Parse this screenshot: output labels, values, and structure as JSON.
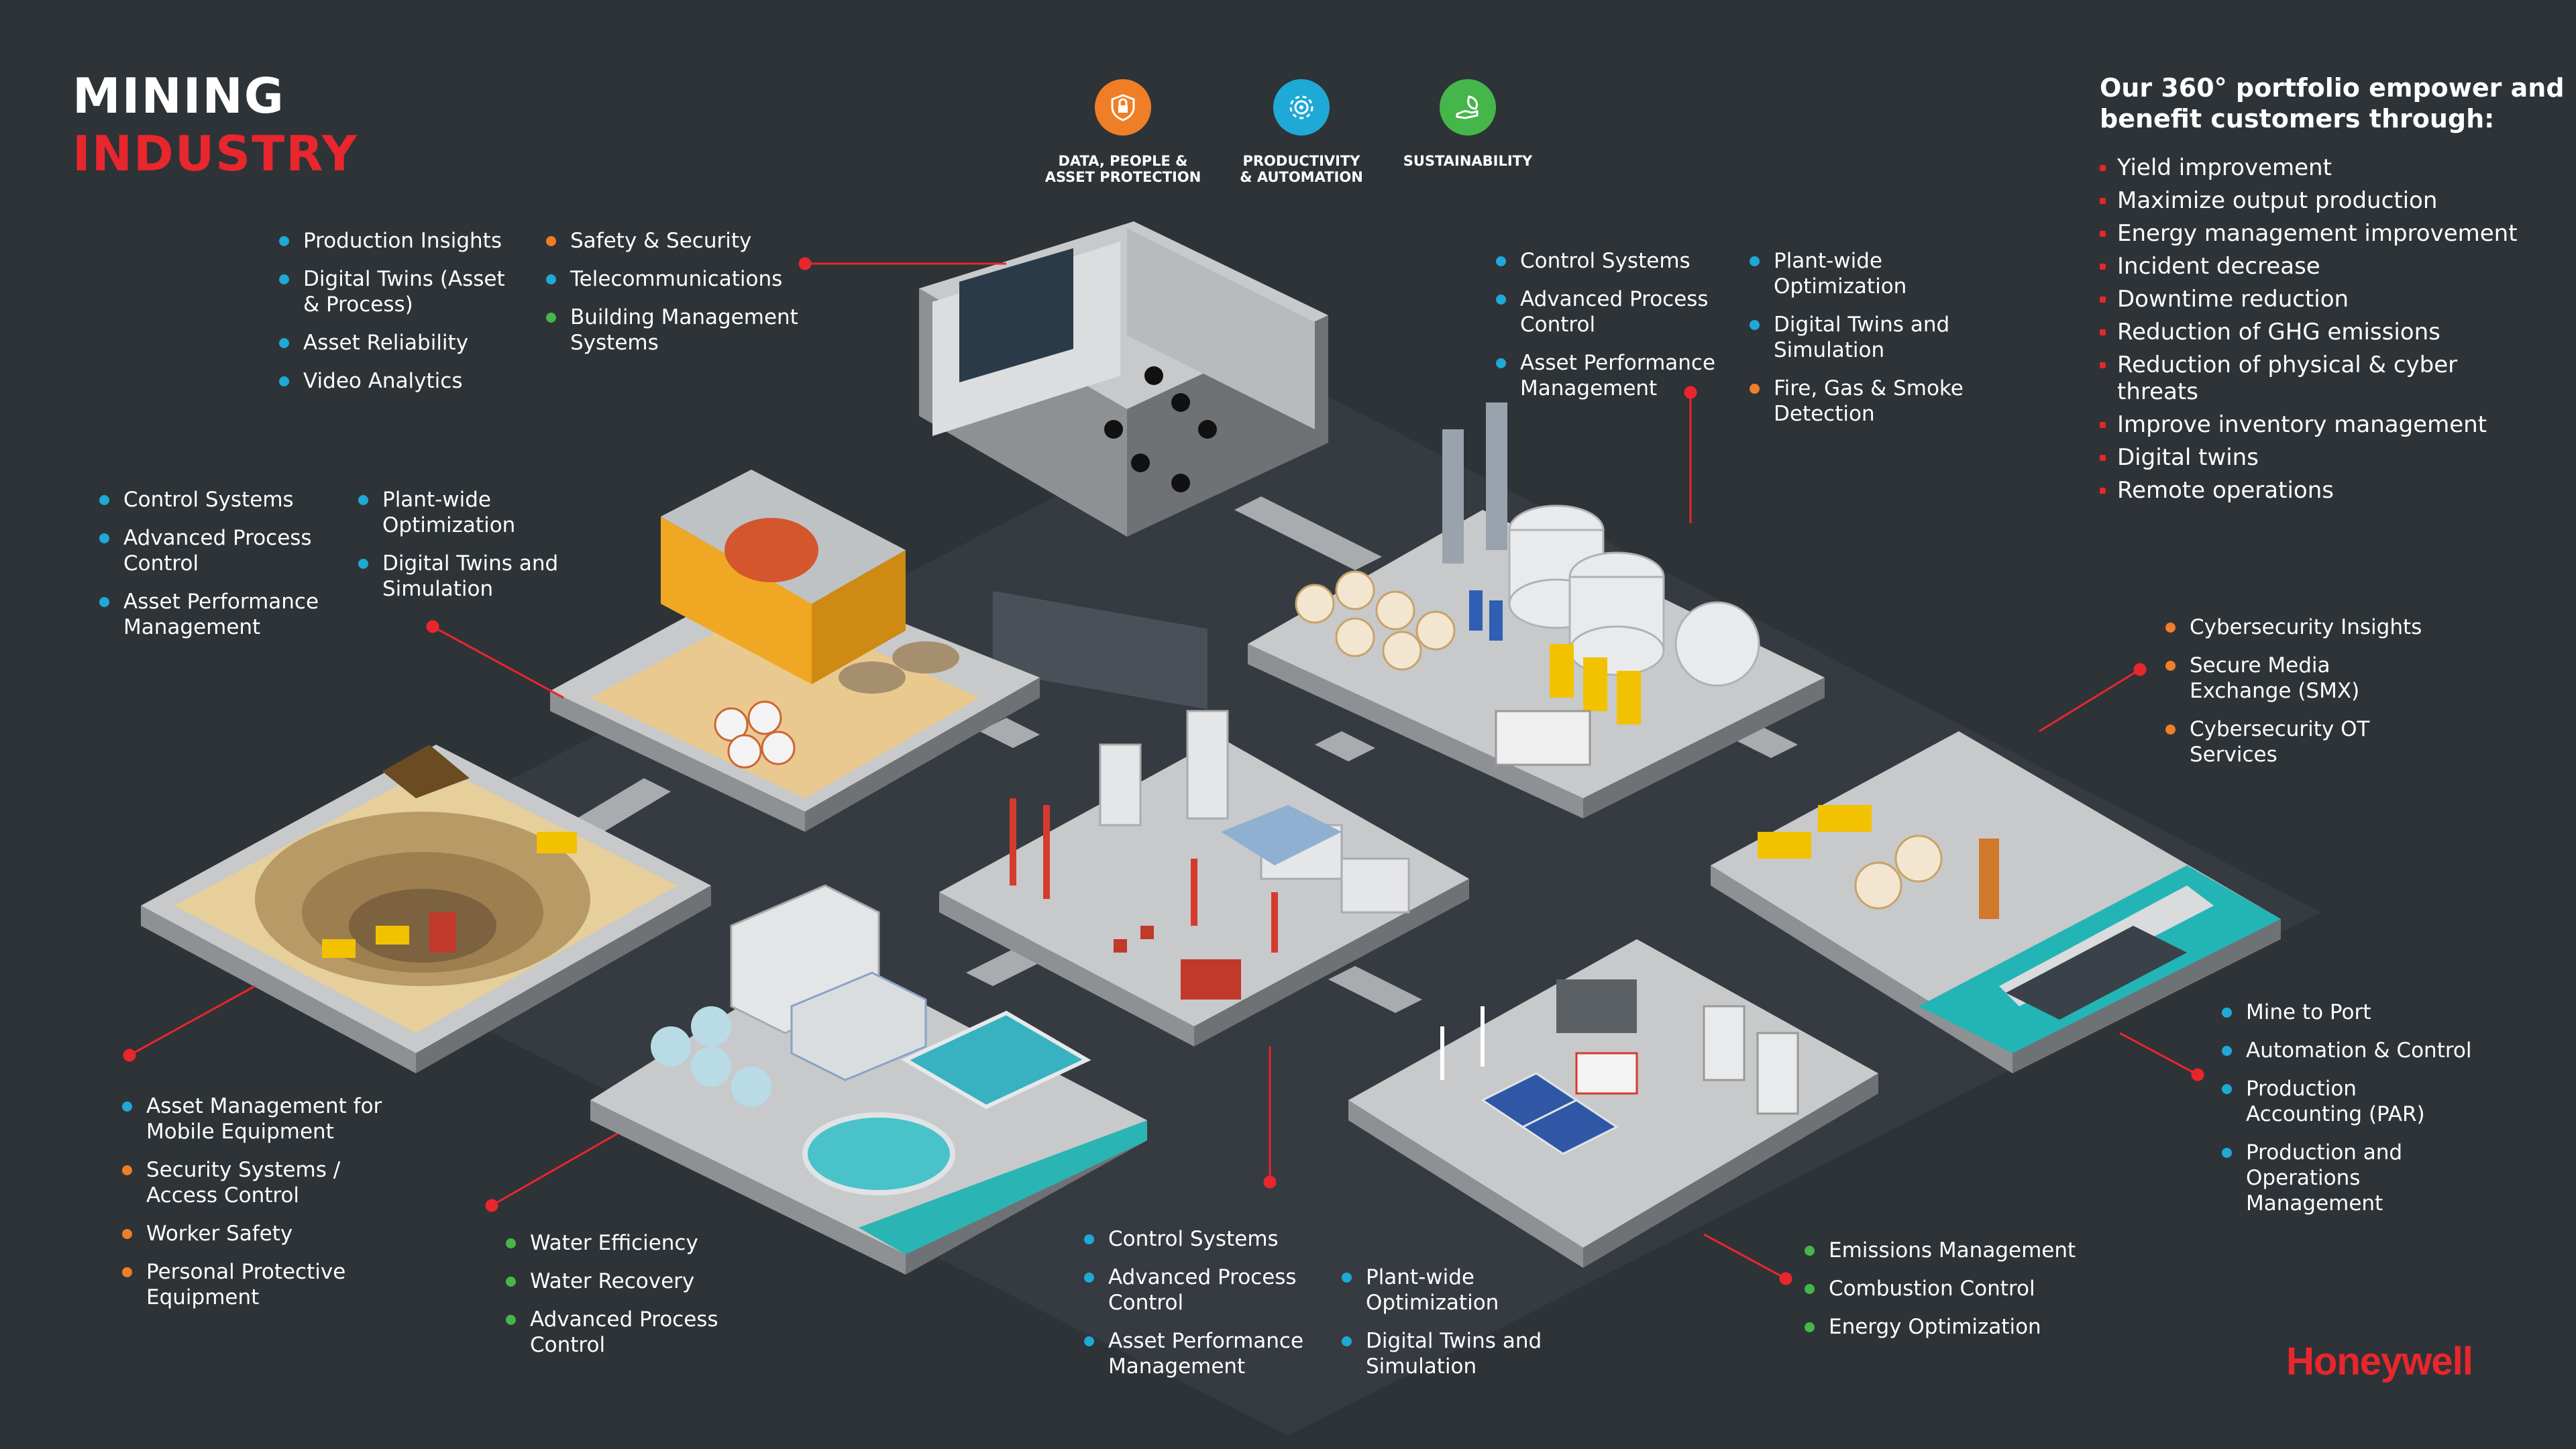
{
  "title": {
    "line1": "MINING",
    "line2": "INDUSTRY"
  },
  "colors": {
    "background": "#2e3337",
    "accent_red": "#e8262d",
    "dot_blue": "#1fa9d6",
    "dot_orange": "#f07e26",
    "dot_green": "#45b649",
    "platform": "#c7c9cb"
  },
  "categories": [
    {
      "icon": "shield-lock-icon",
      "label": "DATA, PEOPLE &\nASSET PROTECTION",
      "color": "#f07e26"
    },
    {
      "icon": "gear-network-icon",
      "label": "PRODUCTIVITY\n& AUTOMATION",
      "color": "#1fa9d6"
    },
    {
      "icon": "leaf-hand-icon",
      "label": "SUSTAINABILITY",
      "color": "#45b649"
    }
  ],
  "benefits": {
    "heading": "Our 360° portfolio empower and\nbenefit  customers through:",
    "items": [
      "Yield improvement",
      "Maximize output production",
      "Energy management improvement",
      "Incident decrease",
      "Downtime reduction",
      "Reduction of GHG emissions",
      "Reduction of physical & cyber\nthreats",
      "Improve inventory management",
      "Digital twins",
      "Remote operations"
    ]
  },
  "groups": {
    "control_room_left": [
      {
        "text": "Production Insights",
        "color": "blue"
      },
      {
        "text": "Digital Twins (Asset\n& Process)",
        "color": "blue"
      },
      {
        "text": "Asset Reliability",
        "color": "blue"
      },
      {
        "text": "Video Analytics",
        "color": "blue"
      }
    ],
    "control_room_right": [
      {
        "text": "Safety & Security",
        "color": "orange"
      },
      {
        "text": "Telecommunications",
        "color": "blue"
      },
      {
        "text": "Building Management\nSystems",
        "color": "green"
      }
    ],
    "refinery_left": [
      {
        "text": "Control Systems",
        "color": "blue"
      },
      {
        "text": "Advanced Process\nControl",
        "color": "blue"
      },
      {
        "text": "Asset Performance\nManagement",
        "color": "blue"
      }
    ],
    "refinery_right": [
      {
        "text": "Plant-wide\nOptimization",
        "color": "blue"
      },
      {
        "text": "Digital Twins and\nSimulation",
        "color": "blue"
      },
      {
        "text": "Fire, Gas & Smoke\nDetection",
        "color": "orange"
      }
    ],
    "mill_left": [
      {
        "text": "Control Systems",
        "color": "blue"
      },
      {
        "text": "Advanced Process\nControl",
        "color": "blue"
      },
      {
        "text": "Asset Performance\nManagement",
        "color": "blue"
      }
    ],
    "mill_right": [
      {
        "text": "Plant-wide\nOptimization",
        "color": "blue"
      },
      {
        "text": "Digital Twins and\nSimulation",
        "color": "blue"
      }
    ],
    "port_cyber": [
      {
        "text": "Cybersecurity Insights",
        "color": "orange"
      },
      {
        "text": "Secure Media\nExchange (SMX)",
        "color": "orange"
      },
      {
        "text": "Cybersecurity OT\nServices",
        "color": "orange"
      }
    ],
    "port_ops": [
      {
        "text": "Mine to Port",
        "color": "blue"
      },
      {
        "text": "Automation & Control",
        "color": "blue"
      },
      {
        "text": "Production\nAccounting (PAR)",
        "color": "blue"
      },
      {
        "text": "Production and\nOperations\nManagement",
        "color": "blue"
      }
    ],
    "mine": [
      {
        "text": "Asset Management for\nMobile Equipment",
        "color": "blue"
      },
      {
        "text": "Security Systems /\nAccess Control",
        "color": "orange"
      },
      {
        "text": "Worker Safety",
        "color": "orange"
      },
      {
        "text": "Personal Protective\nEquipment",
        "color": "orange"
      }
    ],
    "water": [
      {
        "text": "Water Efficiency",
        "color": "green"
      },
      {
        "text": "Water Recovery",
        "color": "green"
      },
      {
        "text": "Advanced Process\nControl",
        "color": "green"
      }
    ],
    "plant_left": [
      {
        "text": "Control Systems",
        "color": "blue"
      },
      {
        "text": "Advanced Process\nControl",
        "color": "blue"
      },
      {
        "text": "Asset Performance\nManagement",
        "color": "blue"
      }
    ],
    "plant_right": [
      {
        "text": "Plant-wide\nOptimization",
        "color": "blue"
      },
      {
        "text": "Digital Twins and\nSimulation",
        "color": "blue"
      }
    ],
    "energy": [
      {
        "text": "Emissions Management",
        "color": "green"
      },
      {
        "text": "Combustion Control",
        "color": "green"
      },
      {
        "text": "Energy Optimization",
        "color": "green"
      }
    ]
  },
  "logo": "Honeywell"
}
